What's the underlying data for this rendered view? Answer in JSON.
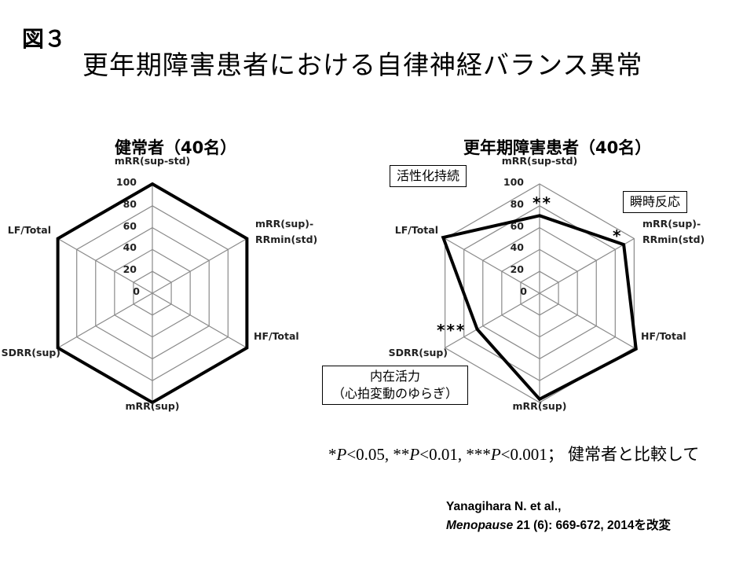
{
  "figure_label": "図３",
  "title": "更年期障害患者における自律神経バランス異常",
  "chart_data": [
    {
      "type": "radar",
      "title": "健常者（40名）",
      "axes": [
        "mRR(sup-std)",
        "mRR(sup)-RRmin(std)",
        "HF/Total",
        "mRR(sup)",
        "SDRR(sup)",
        "LF/Total"
      ],
      "ticks": [
        "0",
        "20",
        "40",
        "60",
        "80",
        "100"
      ],
      "range": [
        0,
        100
      ],
      "values": [
        100,
        100,
        100,
        100,
        100,
        100
      ]
    },
    {
      "type": "radar",
      "title": "更年期障害患者（40名）",
      "axes": [
        "mRR(sup-std)",
        "mRR(sup)-RRmin(std)",
        "HF/Total",
        "mRR(sup)",
        "SDRR(sup)",
        "LF/Total"
      ],
      "ticks": [
        "0",
        "20",
        "40",
        "60",
        "80",
        "100"
      ],
      "range": [
        0,
        100
      ],
      "values": [
        71,
        89,
        102,
        97,
        66,
        102
      ],
      "significance": [
        "**",
        "*",
        "",
        "",
        "***",
        ""
      ],
      "annotations": {
        "sustained_activation": "活性化持続",
        "instant_response": "瞬時反応",
        "intrinsic_vitality_line1": "内在活力",
        "intrinsic_vitality_line2": "（心拍変動のゆらぎ）"
      }
    }
  ],
  "footnote": {
    "p1_star": "*",
    "p1_p": "P",
    "p1_rest": "<0.05, ",
    "p2_star": "**",
    "p2_p": "P",
    "p2_rest": "<0.01, ",
    "p3_star": "***",
    "p3_p": "P",
    "p3_rest": "<0.001；",
    "comparison": " 健常者と比較して"
  },
  "citation": {
    "line1": "Yanagihara N. et al.,",
    "journal": "Menopause",
    "rest": " 21 (6): 669-672, 2014を改変"
  }
}
